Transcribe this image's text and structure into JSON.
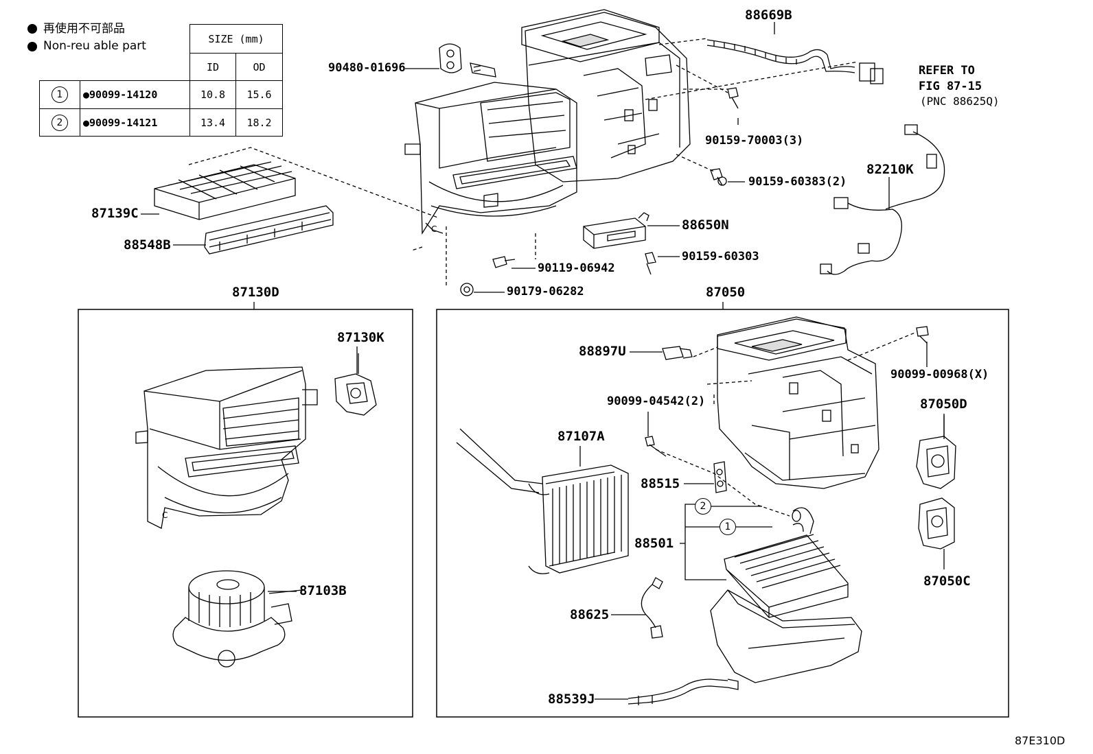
{
  "legend": {
    "line1": "再使用不可部品",
    "line2": "Non-reu  able part"
  },
  "size_table": {
    "header": "SIZE (mm)",
    "col_id": "ID",
    "col_od": "OD",
    "rows": [
      {
        "mark": "1",
        "part": "●90099-14120",
        "id": "10.8",
        "od": "15.6"
      },
      {
        "mark": "2",
        "part": "●90099-14121",
        "id": "13.4",
        "od": "18.2"
      }
    ]
  },
  "parts": {
    "p88669B": "88669B",
    "refer1": "REFER TO",
    "refer2": "FIG 87-15",
    "refer3": "(PNC 88625Q)",
    "p90480": "90480-01696",
    "p90159_70003": "90159-70003(3)",
    "p90159_60383": "90159-60383(2)",
    "p82210K": "82210K",
    "p87139C": "87139C",
    "p88548B": "88548B",
    "p88650N": "88650N",
    "p90159_60303": "90159-60303",
    "p90119": "90119-06942",
    "p90179": "90179-06282",
    "p87130D": "87130D",
    "p87050": "87050",
    "p87130K": "87130K",
    "p87103B": "87103B",
    "p88897U": "88897U",
    "p90099_00968": "90099-00968(X)",
    "p90099_04542": "90099-04542(2)",
    "p87050D": "87050D",
    "p87107A": "87107A",
    "p88515": "88515",
    "p88501": "88501",
    "p87050C": "87050C",
    "p88625": "88625",
    "p88539J": "88539J",
    "mark1": "1",
    "mark2": "2"
  },
  "figure_id": "87E310D"
}
